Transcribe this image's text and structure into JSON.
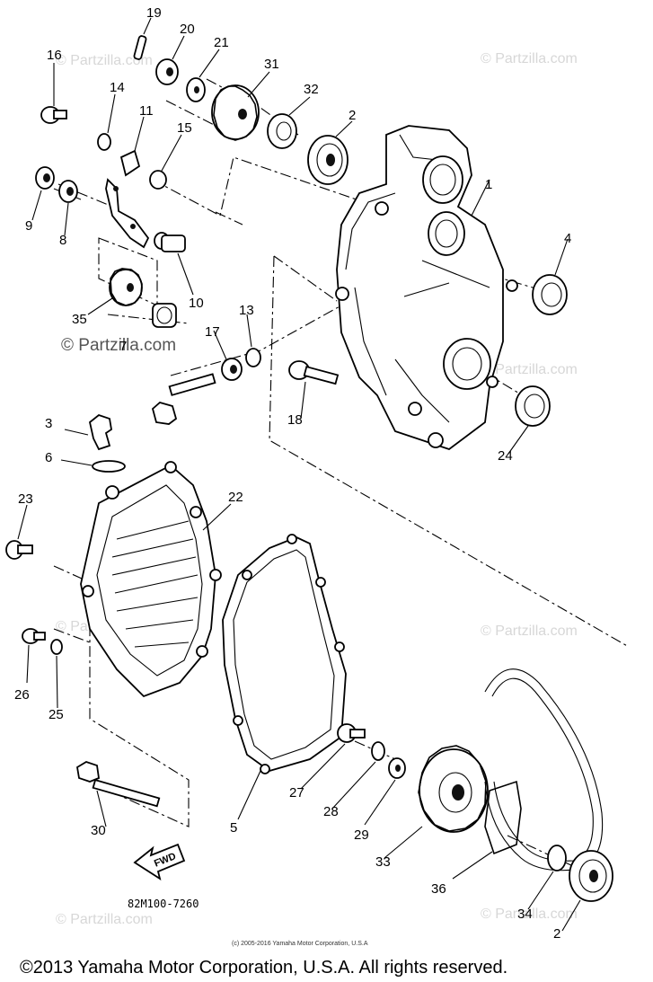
{
  "watermark": "© Partzilla.com",
  "diagram_code": "82M100-7260",
  "fwd_label": "FWD",
  "small_copyright": "(c) 2005-2016 Yamaha Motor Corporation, U.S.A",
  "footer_copyright": "©2013 Yamaha Motor Corporation, U.S.A. All rights reserved.",
  "callouts": [
    "1",
    "2",
    "2",
    "3",
    "4",
    "5",
    "6",
    "7",
    "8",
    "9",
    "10",
    "11",
    "13",
    "14",
    "15",
    "16",
    "17",
    "18",
    "19",
    "20",
    "21",
    "22",
    "23",
    "24",
    "25",
    "26",
    "27",
    "28",
    "29",
    "30",
    "31",
    "32",
    "33",
    "34",
    "35",
    "36"
  ]
}
